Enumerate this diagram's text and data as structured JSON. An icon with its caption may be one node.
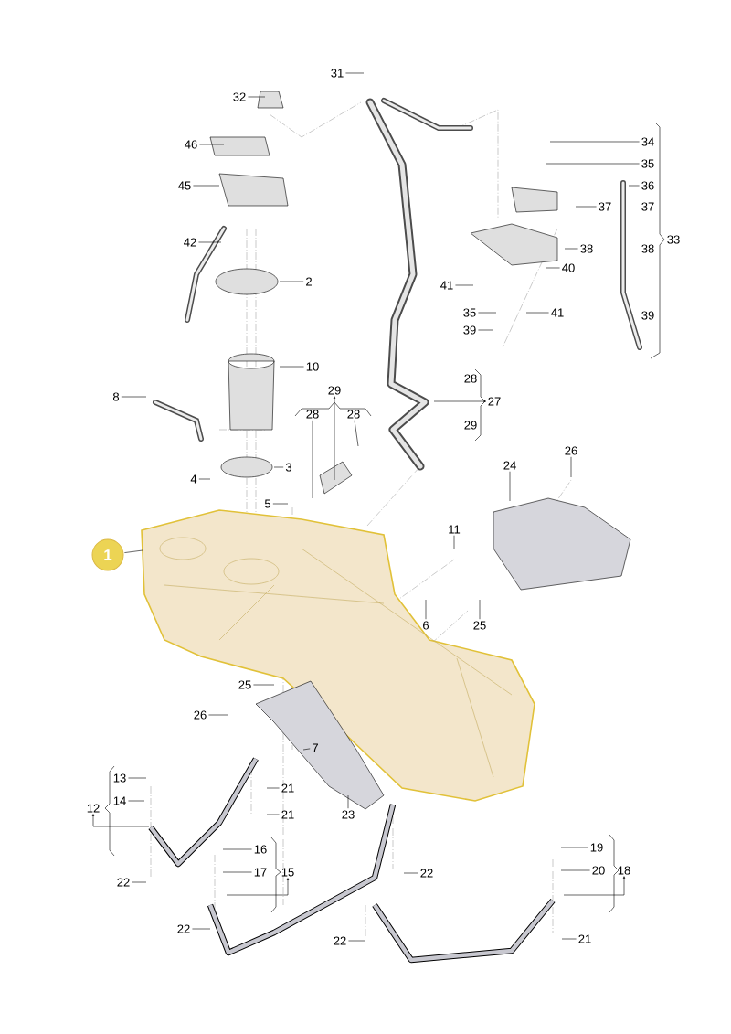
{
  "diagram": {
    "nodes": [
      {
        "text": [
          "31"
        ]
      },
      {
        "text": [
          "32"
        ]
      },
      {
        "text": [
          "34"
        ]
      },
      {
        "text": [
          "46"
        ]
      },
      {
        "text": [
          "35"
        ]
      },
      {
        "text": [
          "45"
        ]
      },
      {
        "text": [
          "36"
        ]
      },
      {
        "text": [
          "37"
        ]
      },
      {
        "text": [
          "42"
        ]
      },
      {
        "text": [
          "38"
        ]
      },
      {
        "text": [
          "40"
        ]
      },
      {
        "text": [
          "2"
        ]
      },
      {
        "text": [
          "41"
        ]
      },
      {
        "text": [
          "35"
        ]
      },
      {
        "text": [
          "41"
        ]
      },
      {
        "text": [
          "39"
        ]
      },
      {
        "text": [
          "10"
        ]
      },
      {
        "text": [
          "8"
        ]
      },
      {
        "text": [
          "28"
        ]
      },
      {
        "text": [
          "28"
        ]
      },
      {
        "text": [
          "26"
        ]
      },
      {
        "text": [
          "24"
        ]
      },
      {
        "text": [
          "3"
        ]
      },
      {
        "text": [
          "4"
        ]
      },
      {
        "text": [
          "5"
        ]
      },
      {
        "text": [
          "11"
        ]
      },
      {
        "text": [
          "1"
        ]
      },
      {
        "text": [
          "6"
        ]
      },
      {
        "text": [
          "25"
        ]
      },
      {
        "text": [
          "25"
        ]
      },
      {
        "text": [
          "26"
        ]
      },
      {
        "text": [
          "7"
        ]
      },
      {
        "text": [
          "13"
        ]
      },
      {
        "text": [
          "21"
        ]
      },
      {
        "text": [
          "14"
        ]
      },
      {
        "text": [
          "21"
        ]
      },
      {
        "text": [
          "23"
        ]
      },
      {
        "text": [
          "19"
        ]
      },
      {
        "text": [
          "16"
        ]
      },
      {
        "text": [
          "17"
        ]
      },
      {
        "text": [
          "20"
        ]
      },
      {
        "text": [
          "22"
        ]
      },
      {
        "text": [
          "22"
        ]
      },
      {
        "text": [
          "22"
        ]
      },
      {
        "text": [
          "21"
        ]
      },
      {
        "text": [
          "22"
        ]
      },
      {
        "text": [
          "29"
        ]
      },
      {
        "text": [
          "27"
        ]
      },
      {
        "text": [
          "12"
        ]
      },
      {
        "text": [
          "15"
        ]
      },
      {
        "text": [
          "18"
        ]
      }
    ],
    "edges": [
      {
        "from": 0,
        "to": null,
        "arrow": "none"
      },
      {
        "from": 1,
        "to": null,
        "arrow": "none"
      },
      {
        "from": 2,
        "to": null,
        "arrow": "none"
      },
      {
        "from": 3,
        "to": null,
        "arrow": "none"
      },
      {
        "from": 4,
        "to": null,
        "arrow": "none"
      },
      {
        "from": 5,
        "to": null,
        "arrow": "none"
      },
      {
        "from": 6,
        "to": null,
        "arrow": "none"
      },
      {
        "from": 7,
        "to": null,
        "arrow": "none"
      },
      {
        "from": 8,
        "to": null,
        "arrow": "none"
      },
      {
        "from": 9,
        "to": null,
        "arrow": "none"
      },
      {
        "from": 10,
        "to": null,
        "arrow": "none"
      },
      {
        "from": 11,
        "to": null,
        "arrow": "none"
      },
      {
        "from": 12,
        "to": null,
        "arrow": "none"
      },
      {
        "from": 13,
        "to": null,
        "arrow": "none"
      },
      {
        "from": 14,
        "to": null,
        "arrow": "none"
      },
      {
        "from": 15,
        "to": null,
        "arrow": "none"
      },
      {
        "from": 16,
        "to": null,
        "arrow": "none"
      },
      {
        "from": 17,
        "to": null,
        "arrow": "none"
      },
      {
        "from": 18,
        "to": null,
        "arrow": "none"
      },
      {
        "from": 19,
        "to": null,
        "arrow": "none"
      },
      {
        "from": 20,
        "to": null,
        "arrow": "none"
      },
      {
        "from": 21,
        "to": null,
        "arrow": "none"
      },
      {
        "from": 22,
        "to": null,
        "arrow": "none"
      },
      {
        "from": 23,
        "to": null,
        "arrow": "none"
      },
      {
        "from": 24,
        "to": null,
        "arrow": "none"
      },
      {
        "from": 25,
        "to": null,
        "arrow": "none"
      },
      {
        "from": 26,
        "to": null,
        "arrow": "none"
      },
      {
        "from": 27,
        "to": null,
        "arrow": "none"
      },
      {
        "from": 28,
        "to": null,
        "arrow": "none"
      },
      {
        "from": 29,
        "to": null,
        "arrow": "none"
      },
      {
        "from": 30,
        "to": null,
        "arrow": "none"
      },
      {
        "from": 31,
        "to": null,
        "arrow": "none"
      },
      {
        "from": 32,
        "to": null,
        "arrow": "none"
      },
      {
        "from": 33,
        "to": null,
        "arrow": "none"
      },
      {
        "from": 34,
        "to": null,
        "arrow": "none"
      },
      {
        "from": 35,
        "to": null,
        "arrow": "none"
      },
      {
        "from": 36,
        "to": null,
        "arrow": "none"
      },
      {
        "from": 37,
        "to": null,
        "arrow": "none"
      },
      {
        "from": 38,
        "to": null,
        "arrow": "none"
      },
      {
        "from": 39,
        "to": null,
        "arrow": "none"
      },
      {
        "from": 40,
        "to": null,
        "arrow": "none"
      },
      {
        "from": 41,
        "to": null,
        "arrow": "none"
      },
      {
        "from": 42,
        "to": null,
        "arrow": "none"
      },
      {
        "from": 43,
        "to": null,
        "arrow": "none"
      },
      {
        "from": 44,
        "to": null,
        "arrow": "none"
      },
      {
        "from": 45,
        "to": null,
        "arrow": "none"
      },
      {
        "from": null,
        "to": 46,
        "arrow": "to"
      },
      {
        "from": null,
        "to": 47,
        "arrow": "to"
      },
      {
        "from": null,
        "to": 48,
        "arrow": "to"
      },
      {
        "from": null,
        "to": 49,
        "arrow": "to"
      },
      {
        "from": null,
        "to": 50,
        "arrow": "to"
      }
    ],
    "labels": [
      "28",
      "29",
      "37",
      "38",
      "33",
      "39"
    ]
  }
}
